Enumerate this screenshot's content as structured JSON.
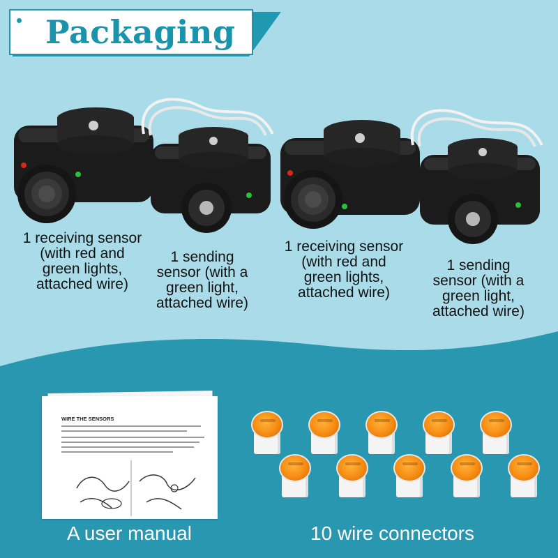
{
  "header": {
    "title": "Packaging"
  },
  "sensors": [
    {
      "label_lines": [
        "1 receiving sensor",
        "(with red and",
        "green lights,",
        "attached wire)"
      ]
    },
    {
      "label_lines": [
        "1 sending",
        "sensor (with a",
        "green light,",
        "attached wire)"
      ]
    },
    {
      "label_lines": [
        "1 receiving sensor",
        "(with red and",
        "green lights,",
        "attached wire)"
      ]
    },
    {
      "label_lines": [
        "1 sending",
        "sensor (with a",
        "green light,",
        "attached wire)"
      ]
    }
  ],
  "manual": {
    "heading": "WIRE THE SENSORS",
    "caption": "A user manual"
  },
  "connectors": {
    "count": 10,
    "caption": "10 wire connectors"
  },
  "colors": {
    "background": "#a9dce8",
    "accent": "#1a93ad",
    "wave": "#2a97b0",
    "connector_cap": "#f68b12"
  }
}
